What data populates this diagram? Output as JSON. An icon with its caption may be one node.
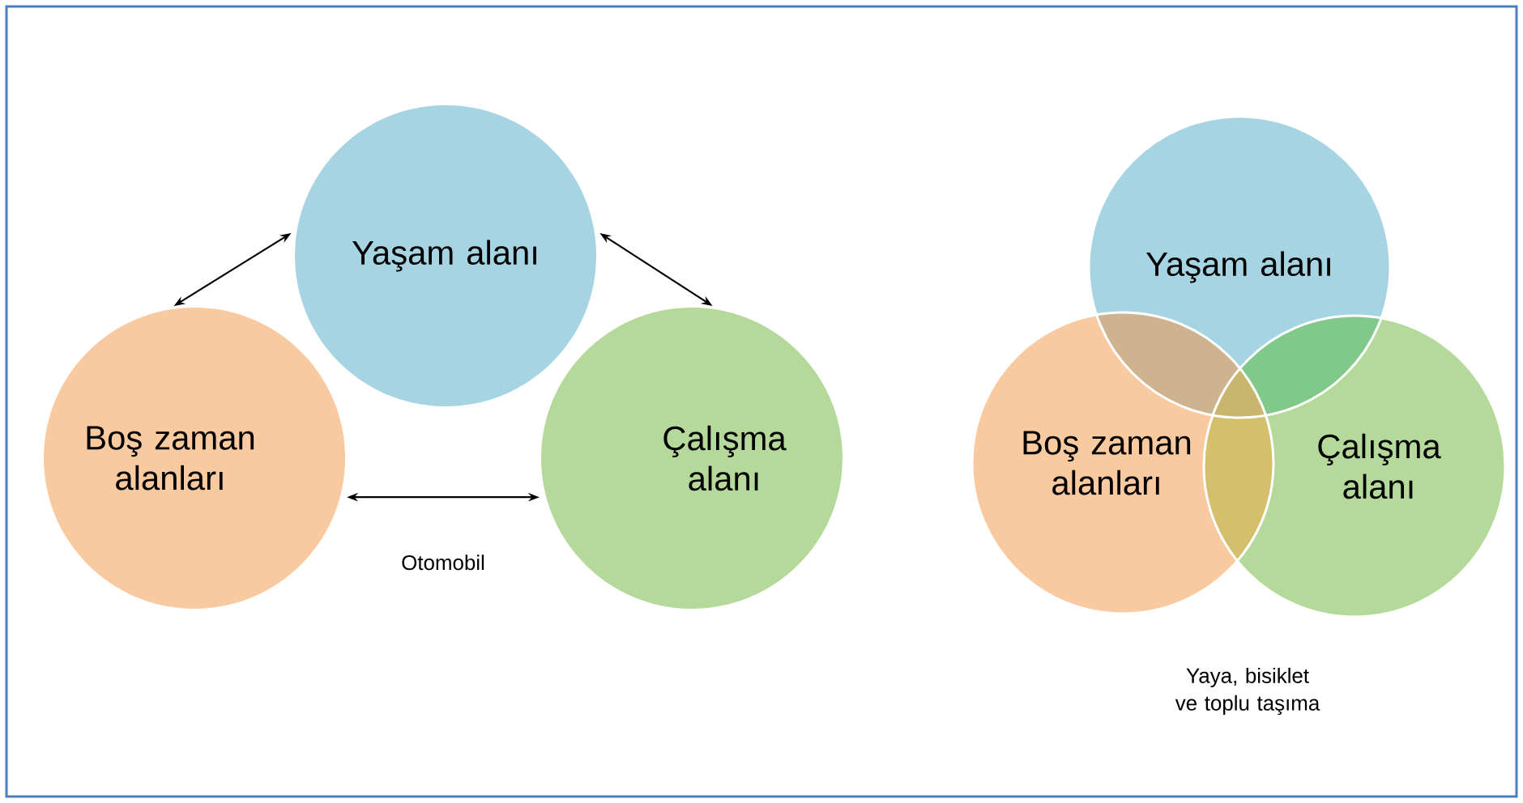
{
  "diagram": {
    "nodes": [
      {
        "text": [
          "Yaşam alanı"
        ]
      },
      {
        "text": [
          "Boş zaman alanları"
        ]
      },
      {
        "text": [
          "Çalışma alanı"
        ]
      },
      {
        "text": [
          "Yaşam alanı"
        ]
      },
      {
        "text": [
          "Boş zaman alanları"
        ]
      },
      {
        "text": [
          "Çalışma alanı"
        ]
      }
    ],
    "edges": [
      {
        "from": 1,
        "to": 0,
        "arrow": "both"
      },
      {
        "from": 0,
        "to": 2,
        "arrow": "both"
      },
      {
        "from": 1,
        "to": 2,
        "arrow": "both",
        "label": "Otomobil"
      }
    ],
    "labels": [
      "Yaya, bisiklet ve toplu taşıma"
    ]
  }
}
